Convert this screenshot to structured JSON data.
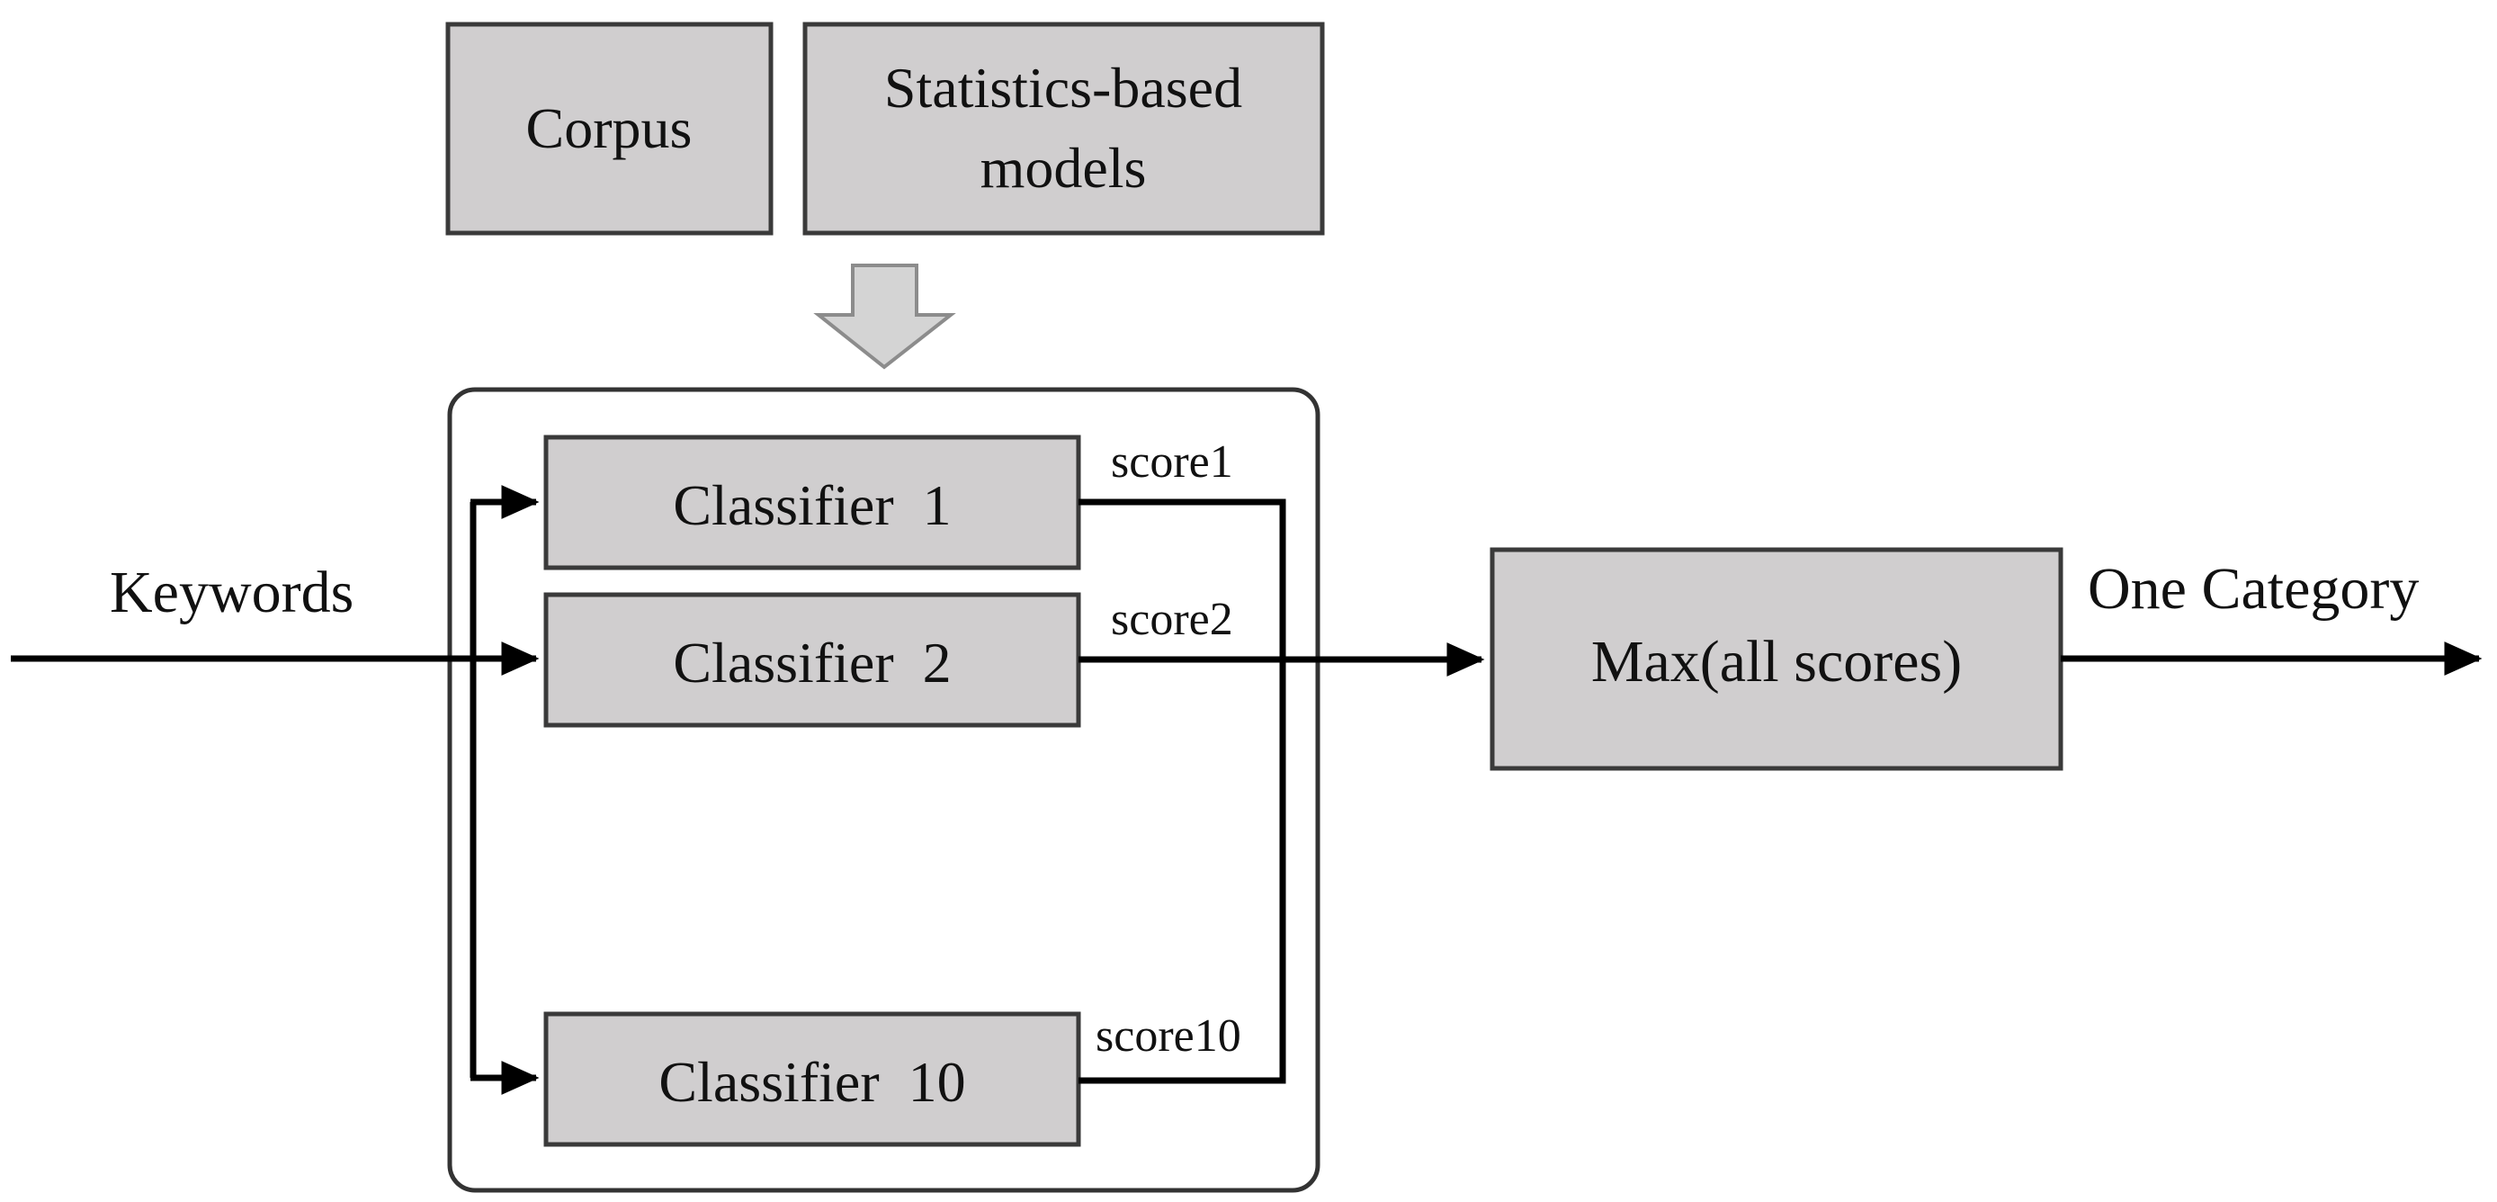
{
  "inputs": {
    "corpus": "Corpus",
    "models_line1": "Statistics-based",
    "models_line2": "models"
  },
  "flow": {
    "input_label": "Keywords",
    "output_label": "One Category"
  },
  "classifiers": [
    {
      "label": "Classifier  1",
      "score": "score1"
    },
    {
      "label": "Classifier  2",
      "score": "score2"
    },
    {
      "label": "Classifier  10",
      "score": "score10"
    }
  ],
  "aggregator": {
    "label": "Max(all scores)"
  },
  "colors": {
    "box_fill": "#d0cecf",
    "box_stroke": "#3a3a3a",
    "line": "#000000",
    "arrow_fill": "#d4d4d4",
    "arrow_stroke": "#8c8c8c"
  }
}
